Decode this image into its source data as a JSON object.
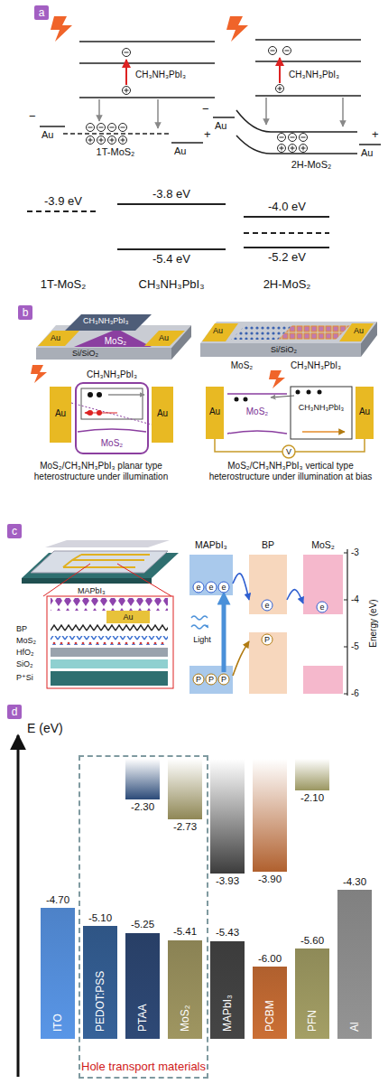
{
  "diagram": {
    "nodes": [
      {
        "text": [
          "MAPbI₃"
        ]
      },
      {
        "text": [
          "BP"
        ]
      },
      {
        "text": [
          "MoS₂"
        ]
      },
      {
        "text": [
          "-4.70",
          "ITO"
        ]
      },
      {
        "text": [
          "Hole transport materials"
        ]
      },
      {
        "text": [
          "-5.10",
          "PEDOT:PSS"
        ],
        "in": 4
      },
      {
        "text": [
          "-2.30"
        ],
        "in": 4
      },
      {
        "text": [
          "-5.25",
          "PTAA"
        ],
        "in": 4
      },
      {
        "text": [
          "-2.73"
        ],
        "in": 4
      },
      {
        "text": [
          "-5.41",
          "MoS₂"
        ],
        "in": 4
      },
      {
        "text": [
          "-3.93"
        ]
      },
      {
        "text": [
          "-5.43",
          "MAPbI₃"
        ]
      },
      {
        "text": [
          "-3.90"
        ]
      },
      {
        "text": [
          "-6.00",
          "PCBM"
        ]
      },
      {
        "text": [
          "-2.10"
        ]
      },
      {
        "text": [
          "-5.60",
          "PFN"
        ]
      },
      {
        "text": [
          "-4.30",
          "Al"
        ]
      }
    ],
    "edges": [
      {
        "from": 0,
        "to": 1,
        "arrow": "to"
      },
      {
        "from": 1,
        "to": 2,
        "arrow": "to"
      },
      {
        "from": 0,
        "to": 1,
        "arrow": "to"
      }
    ],
    "labels": [
      "a",
      "CH₃NH₃PbI₃",
      "Au",
      "Au",
      "−",
      "+",
      "1T-MoS₂",
      "CH₃NH₃PbI₃",
      "Au",
      "Au",
      "−",
      "+",
      "2H-MoS₂",
      "-3.9 eV",
      "-3.8 eV",
      "-4.0 eV",
      "-5.4 eV",
      "-5.2 eV",
      "1T-MoS₂",
      "CH₃NH₃PbI₃",
      "2H-MoS₂",
      "b",
      "CH₃NH₃PbI₃",
      "MoS₂",
      "Au",
      "Au",
      "Si/SiO₂",
      "CH₃NH₃PbI₃",
      "MoS₂",
      "Au",
      "Au",
      "MoS₂/CH₃NH₃PbI₃ planar type heterostructure under illumination",
      "MoS₂",
      "CH₃NH₃PbI₃",
      "Si/SiO₂",
      "Au",
      "Au",
      "MoS₂",
      "CH₃NH₃PbI₃",
      "Au",
      "Au",
      "V",
      "MoS₂/CH₃NH₃PbI₃ vertical type heterostructure under illumination at bias",
      "c",
      "MAPbI₃",
      "Au",
      "BP",
      "MoS₂",
      "HfO₂",
      "SiO₂",
      "P⁺Si",
      "e",
      "e",
      "e",
      "e",
      "e",
      "P",
      "P",
      "P",
      "P",
      "Light",
      "-3",
      "-4",
      "-5",
      "-6",
      "Energy (eV)",
      "d",
      "E (eV)"
    ]
  }
}
